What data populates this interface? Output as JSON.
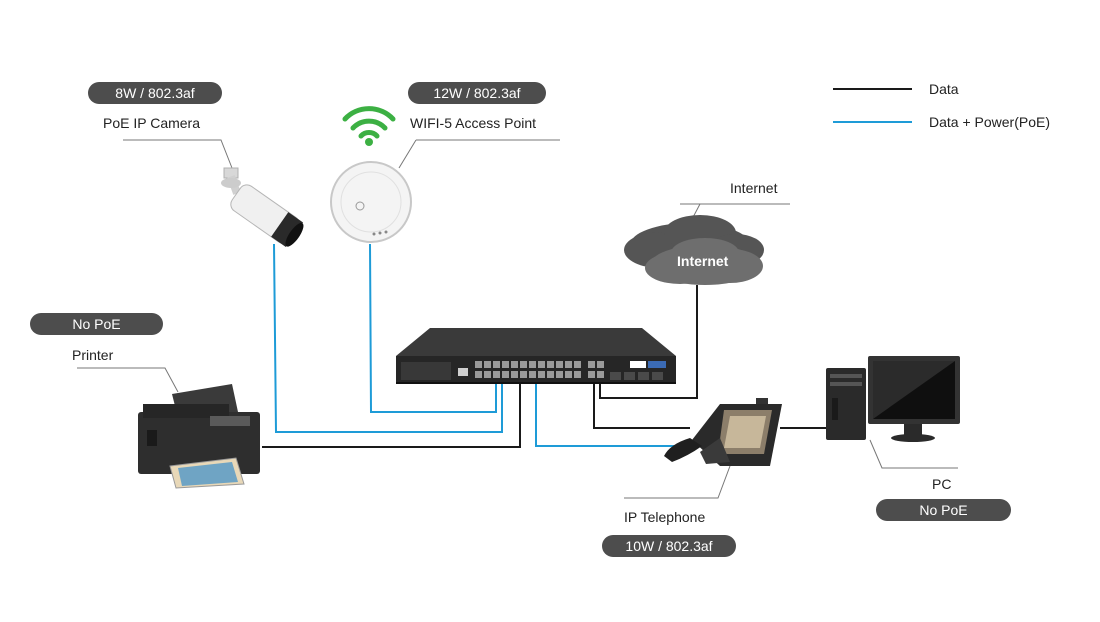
{
  "legend": {
    "data": "Data",
    "data_power": "Data + Power(PoE)",
    "data_color": "#1a1a1a",
    "poe_color": "#1e9bd7"
  },
  "devices": {
    "camera": {
      "name": "PoE IP Camera",
      "power": "8W / 802.3af",
      "icon": "camera-icon"
    },
    "access_point": {
      "name": "WIFI-5 Access Point",
      "power": "12W / 802.3af",
      "icon": "access-point-icon"
    },
    "printer": {
      "name": "Printer",
      "power": "No PoE",
      "icon": "printer-icon"
    },
    "internet": {
      "name": "Internet",
      "cloud_text": "Internet",
      "icon": "cloud-icon"
    },
    "switch": {
      "icon": "switch-icon"
    },
    "phone": {
      "name": "IP Telephone",
      "power": "10W / 802.3af",
      "icon": "phone-icon"
    },
    "pc": {
      "name": "PC",
      "power": "No PoE",
      "icon": "computer-icon"
    }
  },
  "colors": {
    "badge": "#4d4d4d",
    "wifi": "#3cb043",
    "switch_body": "#2d2d2d"
  }
}
